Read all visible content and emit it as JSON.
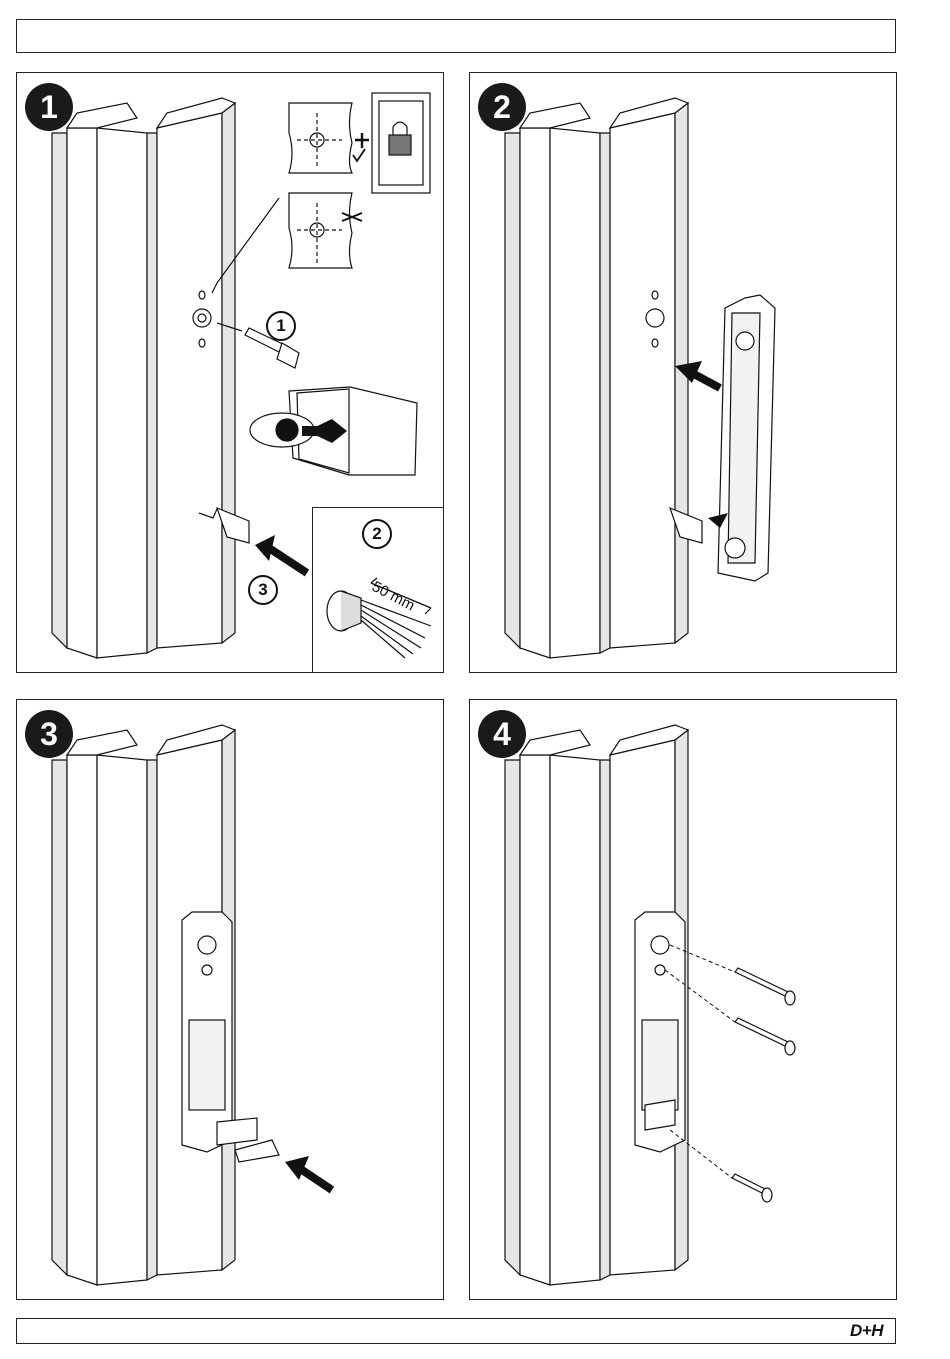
{
  "header": {
    "text": ""
  },
  "footer": {
    "logo": "D+H"
  },
  "panels": [
    {
      "step": "1",
      "sub_steps": [
        "1",
        "2",
        "3"
      ],
      "dimension": "50 mm"
    },
    {
      "step": "2"
    },
    {
      "step": "3"
    },
    {
      "step": "4"
    }
  ],
  "colors": {
    "ink": "#1a1a1a",
    "profile_fill": "#ffffff",
    "shadow": "#d9d9d9"
  }
}
